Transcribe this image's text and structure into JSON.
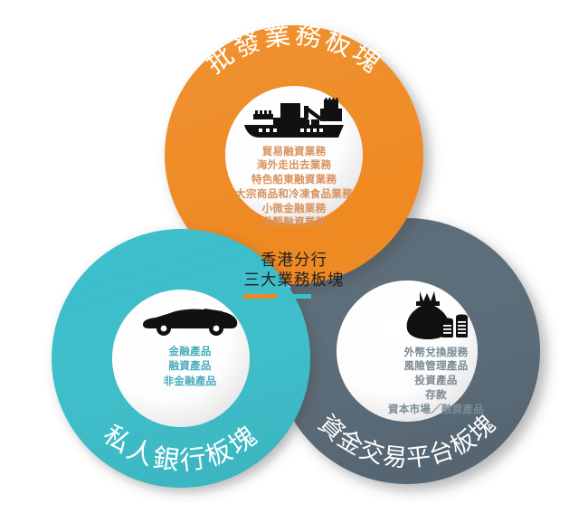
{
  "diagram": {
    "type": "venn-three-ring",
    "center": {
      "title_line1": "香港分行",
      "title_line2": "三大業務板塊",
      "bar_colors": [
        "#ef8a22",
        "#3cbfcb",
        "#5c6d7a"
      ]
    },
    "rings": [
      {
        "id": "wholesale",
        "ring_label": "批發業務板塊",
        "color": "#ef8a22",
        "text_color": "#d8925c",
        "icon": "cargo-ship-icon",
        "items": [
          "貿易融資業務",
          "海外走出去業務",
          "特色船東融資業務",
          "大宗商品和冷凍食品業務",
          "小微金融業務",
          "另類融資業務"
        ]
      },
      {
        "id": "private",
        "ring_label": "私人銀行板塊",
        "color": "#3cbfcb",
        "text_color": "#4badbe",
        "icon": "convertible-car-icon",
        "items": [
          "金融產品",
          "融資產品",
          "非金融產品"
        ]
      },
      {
        "id": "treasury",
        "ring_label": "資金交易平台板塊",
        "color": "#5c6d7a",
        "text_color": "#7b8b95",
        "icon": "money-bag-coins-icon",
        "items": [
          "外幣兌換服務",
          "風險管理產品",
          "投資產品",
          "存款",
          "資本市場／融資產品"
        ]
      }
    ]
  }
}
